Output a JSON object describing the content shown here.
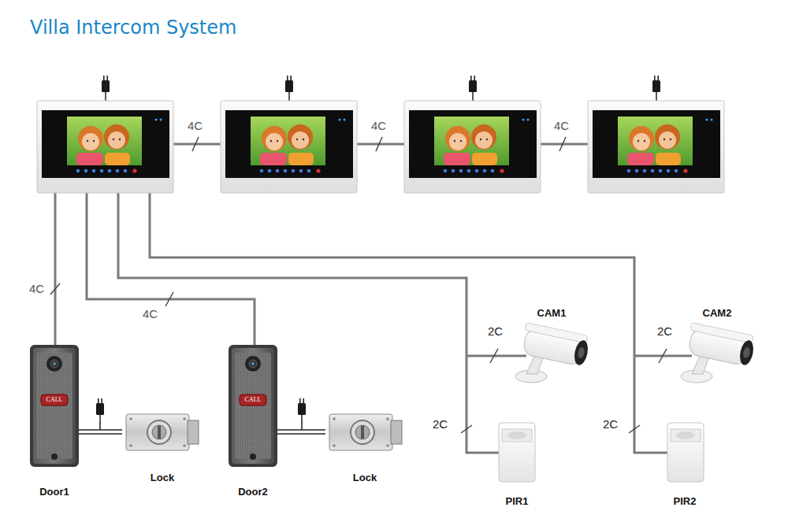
{
  "diagram": {
    "title": "Villa Intercom System",
    "nodes": [
      {
        "text": [
          "Door1"
        ]
      },
      {
        "text": [
          "Lock"
        ]
      },
      {
        "text": [
          "Door2"
        ]
      },
      {
        "text": [
          "Lock"
        ]
      },
      {
        "text": [
          "CAM1"
        ]
      },
      {
        "text": [
          "PIR1"
        ]
      },
      {
        "text": [
          "CAM2"
        ]
      },
      {
        "text": [
          "PIR2"
        ]
      }
    ],
    "edges": [
      {
        "from": 0,
        "to": 1,
        "arrow": "none"
      },
      {
        "from": 2,
        "to": 3,
        "arrow": "none"
      }
    ],
    "labels": [
      "4C",
      "4C",
      "4C",
      "4C",
      "4C",
      "2C",
      "2C",
      "2C",
      "2C",
      "CALL",
      "CALL"
    ]
  }
}
